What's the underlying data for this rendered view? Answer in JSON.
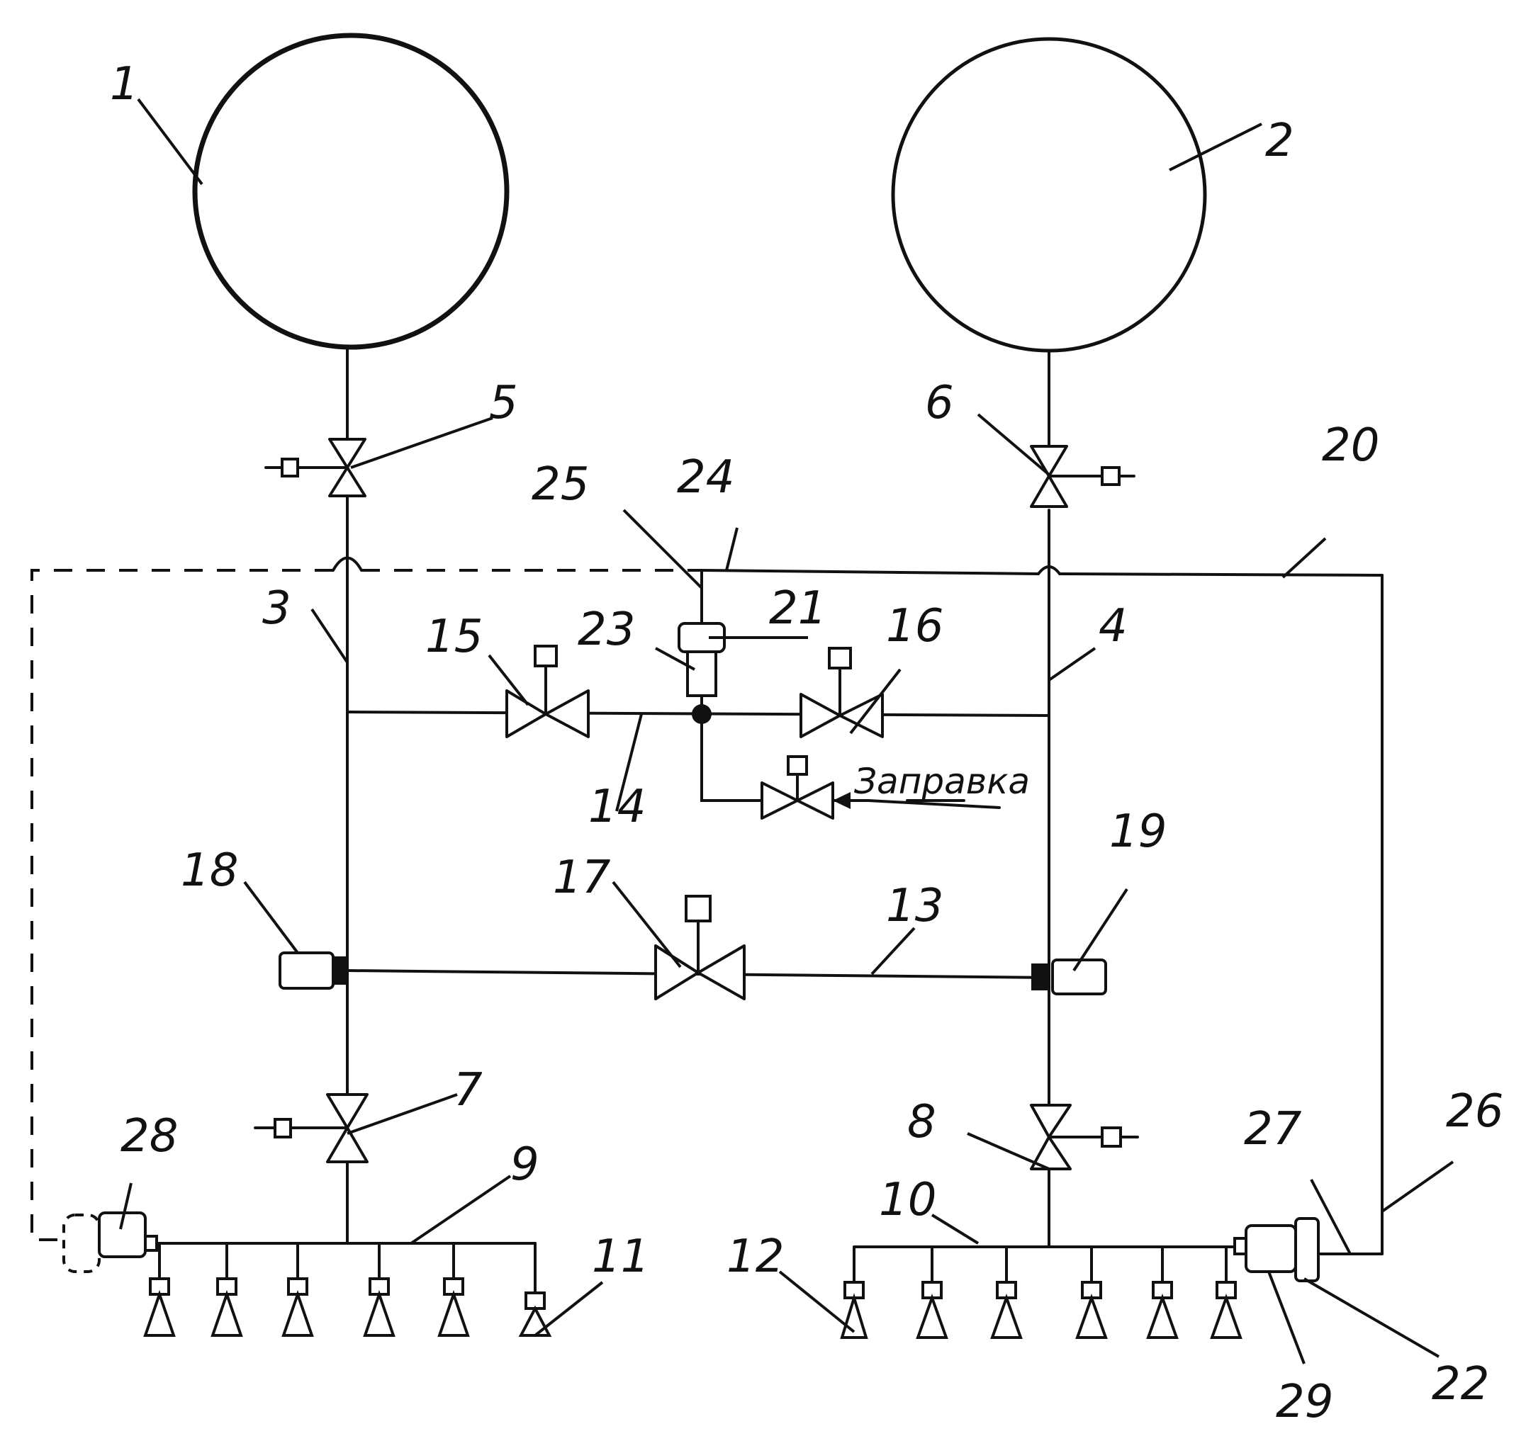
{
  "labels": {
    "n1": "1",
    "n2": "2",
    "n3": "3",
    "n4": "4",
    "n5": "5",
    "n6": "6",
    "n7": "7",
    "n8": "8",
    "n9": "9",
    "n10": "10",
    "n11": "11",
    "n12": "12",
    "n13": "13",
    "n14": "14",
    "n15": "15",
    "n16": "16",
    "n17": "17",
    "n18": "18",
    "n19": "19",
    "n20": "20",
    "n21": "21",
    "n22": "22",
    "n23": "23",
    "n24": "24",
    "n25": "25",
    "n26": "26",
    "n27": "27",
    "n28": "28",
    "n29": "29"
  },
  "fill_caption": "Заправка"
}
